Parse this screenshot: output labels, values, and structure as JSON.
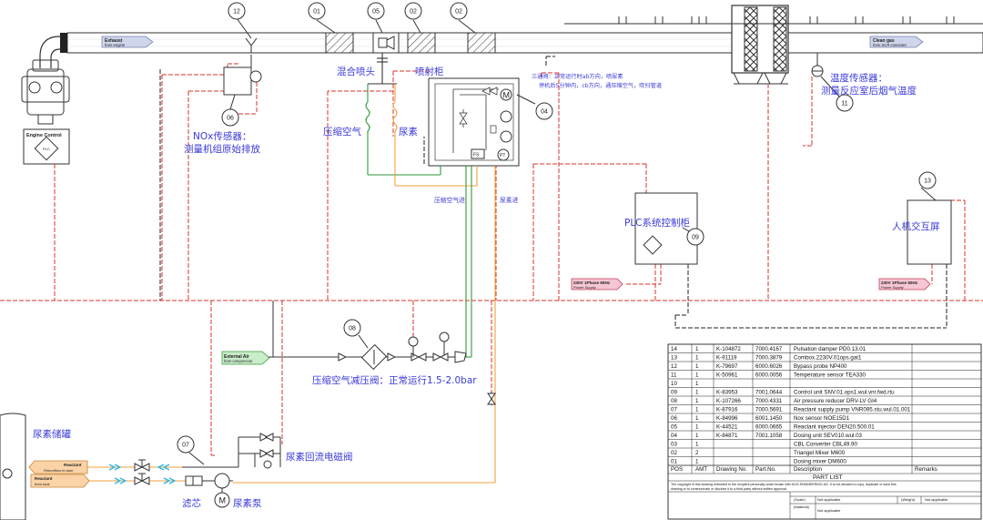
{
  "bubbles": {
    "b12": "12",
    "b01a": "01",
    "b05": "05",
    "b02a": "02",
    "b02b": "02",
    "b06": "06",
    "b04": "04",
    "b11": "11",
    "b13": "13",
    "b09": "09",
    "b08": "08",
    "b07": "07"
  },
  "pipes": {
    "exhaust_title": "Exhaust",
    "exhaust_sub": "from engine",
    "clean_title": "Clean gas",
    "clean_sub": "from SCR converter"
  },
  "engine_control": "Engine Control",
  "labels": {
    "mixing_nozzle": "混合喷头",
    "injection_cabinet": "喷射柜",
    "compressed_air": "压缩空气",
    "urea": "尿素",
    "nox_sensor_1": "NOx传感器：",
    "nox_sensor_2": "测量机组原始排放",
    "three_way_1": "三通阀：正常运行时ab方向，喷尿素",
    "three_way_2": "停机后5分钟内，cb方向，通压缩空气，吹扫管道",
    "temp_sensor_1": "温度传感器：",
    "temp_sensor_2": "测量反应室后烟气温度",
    "air_inlet": "压缩空气进",
    "urea_inlet": "尿素进",
    "plc_cabinet": "PLC系统控制柜",
    "hmi": "人机交互屏",
    "reducer": "压缩空气减压阀：正常运行1.5-2.0bar",
    "urea_tank": "尿素储罐",
    "return_valve": "尿素回流电磁阀",
    "filter": "滤芯",
    "urea_pump": "尿素泵"
  },
  "tags": {
    "ext_air_title": "External Air",
    "ext_air_sub": "from compressor",
    "power1_title": "230V 1Phase 60Hz",
    "power1_sub": "Power Supply",
    "power2_title": "230V 1Phase 60Hz",
    "power2_sub": "Power Supply",
    "reactant1_title": "Reactant",
    "reactant1_sub": "Returnflow to tank",
    "reactant2_title": "Reactant",
    "reactant2_sub": "from tank"
  },
  "cabinet_marks": {
    "fs": "FS",
    "pt": "PT"
  },
  "parts": [
    {
      "pos": "14",
      "amt": "1",
      "drawing": "K-104872",
      "part": "7000.4167",
      "desc": "Pulsation damper PD0.13.01",
      "remarks": ""
    },
    {
      "pos": "13",
      "amt": "1",
      "drawing": "K-91119",
      "part": "7000.3879",
      "desc": "Combox.2230V.01ops.gat1",
      "remarks": ""
    },
    {
      "pos": "12",
      "amt": "1",
      "drawing": "K-79697",
      "part": "6000.6026",
      "desc": "Bypass probe NP400",
      "remarks": ""
    },
    {
      "pos": "11",
      "amt": "1",
      "drawing": "K-50961",
      "part": "6000.0056",
      "desc": "Temperature sensor TEA330",
      "remarks": ""
    },
    {
      "pos": "10",
      "amt": "1",
      "drawing": "",
      "part": "",
      "desc": "",
      "remarks": ""
    },
    {
      "pos": "09",
      "amt": "1",
      "drawing": "K-83953",
      "part": "7001.0644",
      "desc": "Control unit SNV.01.ops1.wul.vnr.fwd.rtu",
      "remarks": ""
    },
    {
      "pos": "08",
      "amt": "1",
      "drawing": "K-107266",
      "part": "7000.4331",
      "desc": "Air pressure reducer DRV-LV GI4",
      "remarks": ""
    },
    {
      "pos": "07",
      "amt": "1",
      "drawing": "K-87916",
      "part": "7000.5691",
      "desc": "Reactant supply pump VNR095.stu.wul.01.001",
      "remarks": ""
    },
    {
      "pos": "06",
      "amt": "1",
      "drawing": "K-84996",
      "part": "6001.1450",
      "desc": "Nox sensor NOE15D1",
      "remarks": ""
    },
    {
      "pos": "05",
      "amt": "1",
      "drawing": "K-44521",
      "part": "6000.0665",
      "desc": "Reactant injector DEN20.500.01",
      "remarks": ""
    },
    {
      "pos": "04",
      "amt": "1",
      "drawing": "K-84871",
      "part": "7001.1058",
      "desc": "Dosing unit SEV010.wul.03",
      "remarks": ""
    },
    {
      "pos": "03",
      "amt": "1",
      "drawing": "",
      "part": "",
      "desc": "CBL Converter CBL49.90",
      "remarks": ""
    },
    {
      "pos": "02",
      "amt": "2",
      "drawing": "",
      "part": "",
      "desc": "Triangel Mixer M600",
      "remarks": ""
    },
    {
      "pos": "01",
      "amt": "1",
      "drawing": "",
      "part": "",
      "desc": "Dosing mixer DM600",
      "remarks": ""
    }
  ],
  "parts_header": {
    "pos": "POS",
    "amt": "AMT",
    "drawing": "Drawing No.",
    "part": "Part.No.",
    "desc": "Description",
    "remarks": "Remarks"
  },
  "part_list_title": "PART LIST",
  "copyright_1": "The copyright of this drawing entrusted to the recipient personally shall remain with HUG ENGINEERING AG. It is not allowed to copy, duplicate or save this",
  "copyright_2": "drawing or to communicate or disclose it to a third party without written approval.",
  "titleblock": {
    "scale_label": "(Scale)",
    "scale_value": "Not applicable",
    "weight_label": "(Weight)",
    "weight_value": "Not applicable",
    "material_label": "(Material)",
    "material_value": "Not applicable"
  },
  "colors": {
    "red": "#d9332b",
    "green": "#2f9a3a",
    "orange": "#f0a23a",
    "blue": "#3a3ad8",
    "pipe_blue": "#cfd5ea",
    "arrow_blue": "#2fb6e8"
  }
}
